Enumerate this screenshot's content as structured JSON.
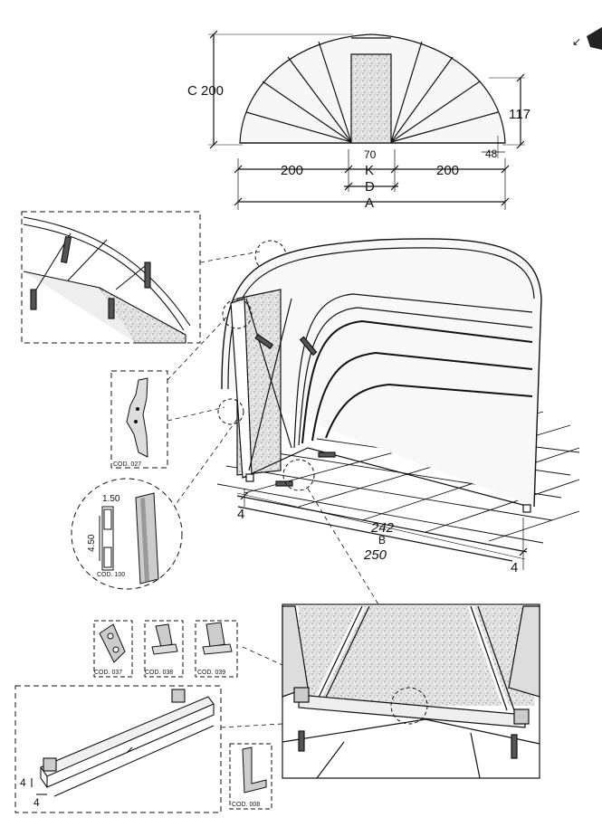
{
  "front_view": {
    "height_label": "C 200",
    "side_height_label": "117",
    "center_width_label": "70",
    "corner_label": "48",
    "left_width_label": "200",
    "right_width_label": "200",
    "k_label": "K",
    "d_label": "D",
    "a_label": "A"
  },
  "main_view": {
    "left_margin_label": "4",
    "right_margin_label": "4",
    "inner_length_label": "242",
    "b_label": "B",
    "outer_length_label": "250"
  },
  "details": {
    "cod_027": "COD. 027",
    "cod_100": "COD. 100",
    "cod_100_width": "1.50",
    "cod_100_height": "4.50",
    "cod_037": "COD. 037",
    "cod_038": "COD. 038",
    "cod_039": "COD. 039",
    "cod_008": "COD. 008",
    "rail_dim_a": "4",
    "rail_dim_b": "4"
  }
}
